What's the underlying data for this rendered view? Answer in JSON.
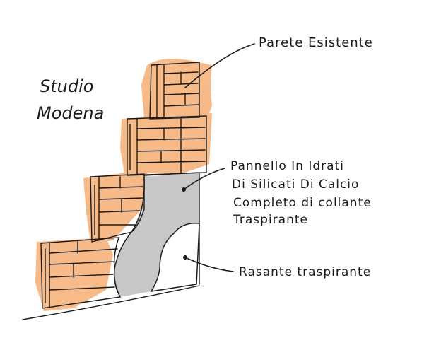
{
  "brand": {
    "line1": "Studio",
    "line2": "Modena"
  },
  "labels": {
    "existing_wall": "Parete Esistente",
    "panel_line1": "Pannello In Idrati",
    "panel_line2": "Di Silicati Di Calcio",
    "panel_line3": "Completo di collante",
    "panel_line4": "Traspirante",
    "render": "Rasante traspirante"
  },
  "colors": {
    "brick": "#f6b27c",
    "panel": "#c7c7c7",
    "render": "#ffffff",
    "ink": "#1a1a1a"
  }
}
